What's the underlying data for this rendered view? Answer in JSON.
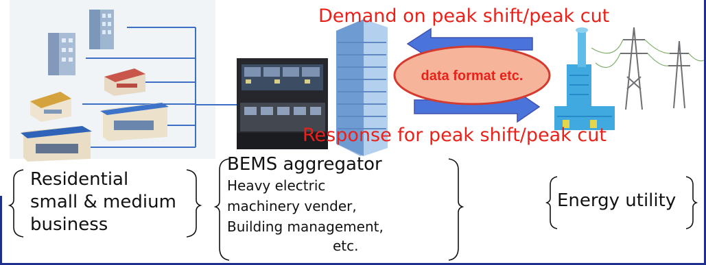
{
  "header": {
    "demand_label": "Demand on peak shift/peak cut",
    "response_label": "Response for peak shift/peak cut"
  },
  "center_badge": {
    "label": "data format etc."
  },
  "groups": {
    "residential": {
      "lines": [
        "Residential",
        "small & medium",
        "business"
      ]
    },
    "aggregator": {
      "title": "BEMS aggregator",
      "lines": [
        "Heavy electric",
        "machinery vender,",
        "Building management,",
        "etc."
      ]
    },
    "utility": {
      "label": "Energy utility"
    }
  },
  "colors": {
    "accent_red": "#e8221a",
    "arrow_blue": "#4a74d9",
    "badge_fill": "#f6b59a",
    "frame_blue": "#1f2f8c"
  }
}
